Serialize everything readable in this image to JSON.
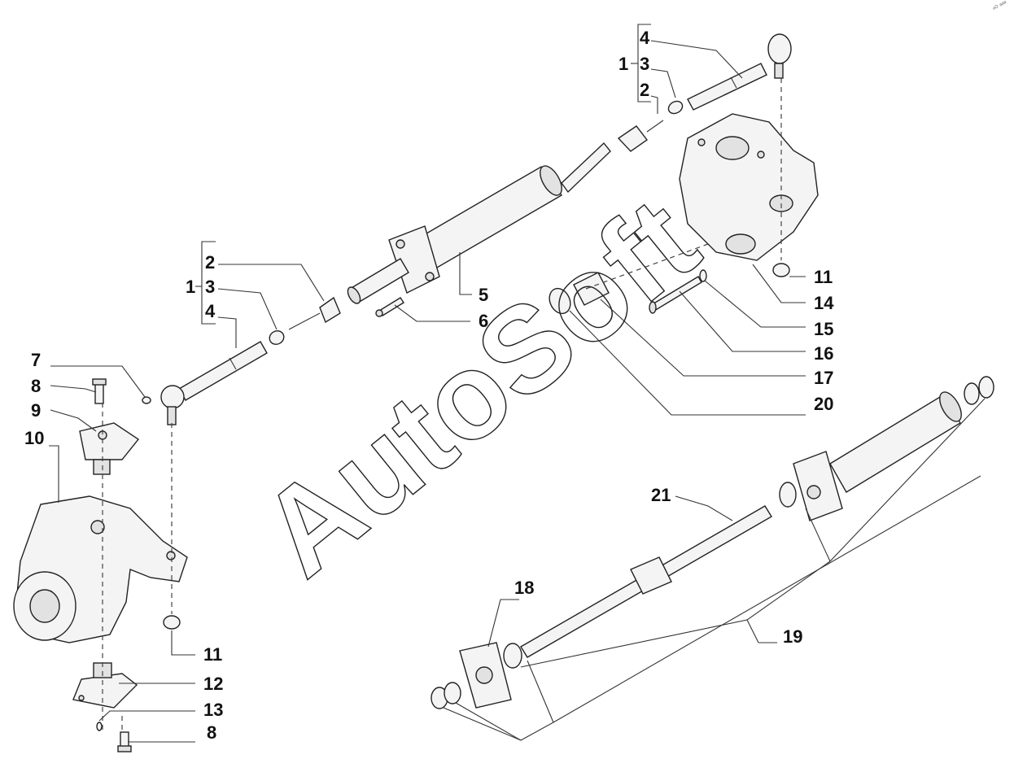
{
  "watermark": "AutoSoft",
  "corner_mark": "ⁿᴼ ᵃᵃᵃ",
  "callouts": {
    "upper_group_1": "1",
    "upper_2": "2",
    "upper_3": "3",
    "upper_4": "4",
    "lower_group_1": "1",
    "lower_2": "2",
    "lower_3": "3",
    "lower_4": "4",
    "c5": "5",
    "c6": "6",
    "c7": "7",
    "c8_top": "8",
    "c9": "9",
    "c10": "10",
    "c11_left": "11",
    "c11_right": "11",
    "c12": "12",
    "c13": "13",
    "c8_bottom": "8",
    "c14": "14",
    "c15": "15",
    "c16": "16",
    "c17": "17",
    "c18": "18",
    "c19": "19",
    "c20": "20",
    "c21": "21"
  }
}
